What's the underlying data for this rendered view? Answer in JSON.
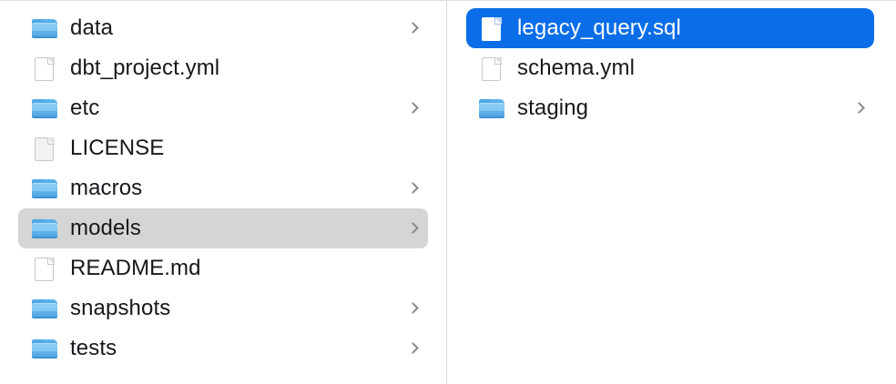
{
  "window": {
    "view_mode": "column",
    "accent_color": "#0b6ee8",
    "highlight_color": "#d5d5d5",
    "divider_color": "#dcdcdc",
    "background_color": "#ffffff"
  },
  "columns": [
    {
      "name": "parent-column",
      "items": [
        {
          "label": "data",
          "kind": "folder",
          "icon": "folder-icon",
          "has_chevron": true,
          "state": "normal"
        },
        {
          "label": "dbt_project.yml",
          "kind": "file",
          "icon": "document-icon",
          "has_chevron": false,
          "state": "normal"
        },
        {
          "label": "etc",
          "kind": "folder",
          "icon": "folder-icon",
          "has_chevron": true,
          "state": "normal"
        },
        {
          "label": "LICENSE",
          "kind": "file",
          "icon": "document-gray-icon",
          "has_chevron": false,
          "state": "normal"
        },
        {
          "label": "macros",
          "kind": "folder",
          "icon": "folder-icon",
          "has_chevron": true,
          "state": "normal"
        },
        {
          "label": "models",
          "kind": "folder",
          "icon": "folder-icon",
          "has_chevron": true,
          "state": "highlighted"
        },
        {
          "label": "README.md",
          "kind": "file",
          "icon": "document-icon",
          "has_chevron": false,
          "state": "normal"
        },
        {
          "label": "snapshots",
          "kind": "folder",
          "icon": "folder-icon",
          "has_chevron": true,
          "state": "normal"
        },
        {
          "label": "tests",
          "kind": "folder",
          "icon": "folder-icon",
          "has_chevron": true,
          "state": "normal"
        }
      ]
    },
    {
      "name": "models-column",
      "items": [
        {
          "label": "legacy_query.sql",
          "kind": "file",
          "icon": "document-icon",
          "has_chevron": false,
          "state": "selected"
        },
        {
          "label": "schema.yml",
          "kind": "file",
          "icon": "document-icon",
          "has_chevron": false,
          "state": "normal"
        },
        {
          "label": "staging",
          "kind": "folder",
          "icon": "folder-icon",
          "has_chevron": true,
          "state": "normal"
        }
      ]
    }
  ]
}
